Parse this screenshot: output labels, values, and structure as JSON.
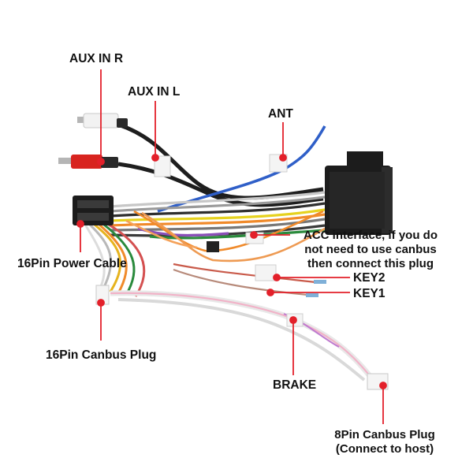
{
  "labels": {
    "aux_in_r": "AUX IN R",
    "aux_in_l": "AUX IN L",
    "ant": "ANT",
    "acc_interface": [
      "ACC interface, if you do",
      "not need to use canbus",
      "then connect this plug"
    ],
    "key2": "KEY2",
    "key1": "KEY1",
    "power_cable_16pin": "16Pin Power Cable",
    "canbus_plug_16pin": "16Pin Canbus Plug",
    "brake": "BRAKE",
    "canbus_plug_8pin": [
      "8Pin Canbus Plug",
      "(Connect to host)"
    ]
  },
  "colors": {
    "callout": "#e3202a",
    "label_text": "#111111",
    "connector_black": "#1c1c1c",
    "rca_red": "#d8241f",
    "antenna_blue": "#2f5fc8"
  }
}
